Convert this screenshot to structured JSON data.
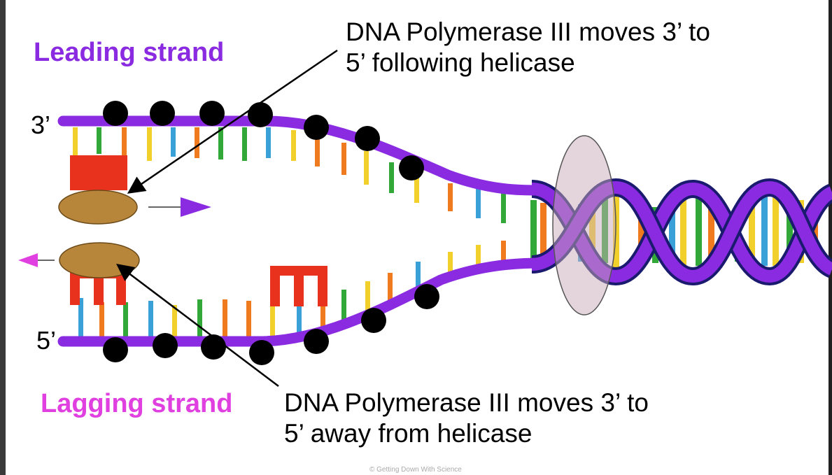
{
  "labels": {
    "leading_strand": "Leading strand",
    "lagging_strand": "Lagging strand",
    "leading_note_line1": "DNA Polymerase III moves 3’ to",
    "leading_note_line2": "5’ following helicase",
    "lagging_note_line1": "DNA Polymerase III moves 3’ to",
    "lagging_note_line2": "5’ away from helicase",
    "end_top": "3’",
    "end_bottom": "5’",
    "credit": "© Getting Down With Science"
  },
  "icons": {
    "leading_arrow": "right-arrow-icon",
    "lagging_arrow": "left-arrow-icon"
  },
  "colors": {
    "leading_text": "#8a2be2",
    "lagging_text": "#e040e0",
    "backbone": "#8a2be2",
    "helix_outline": "#1a1a6e",
    "polymerase": "#b8863b",
    "primer_red": "#e8321e",
    "helicase": "#c9a9b8",
    "base_yellow": "#f2d02b",
    "base_green": "#32a838",
    "base_orange": "#f07a1e",
    "base_blue": "#3aa0d8",
    "leading_arrow": "#8a2be2",
    "lagging_arrow": "#e040e0"
  }
}
